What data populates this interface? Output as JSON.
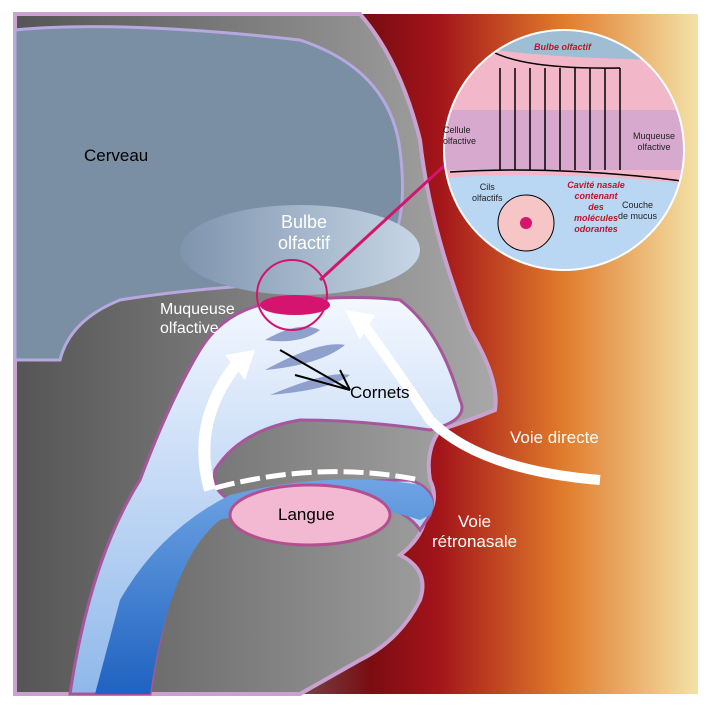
{
  "labels": {
    "cerveau": "Cerveau",
    "bulbe_line1": "Bulbe",
    "bulbe_line2": "olfactif",
    "muqueuse_line1": "Muqueuse",
    "muqueuse_line2": "olfactive",
    "cornets": "Cornets",
    "langue": "Langue",
    "voie_directe": "Voie directe",
    "voie_retro_line1": "Voie",
    "voie_retro_line2": "rétronasale"
  },
  "inset": {
    "bulbe": "Bulbe olfactif",
    "cellule_line1": "Cellule",
    "cellule_line2": "olfactive",
    "muqueuse_line1": "Muqueuse",
    "muqueuse_line2": "olfactive",
    "cils_line1": "Cils",
    "cils_line2": "olfactifs",
    "cavite": [
      "Cavité nasale",
      "contenant",
      "des",
      "molécules",
      "odorantes"
    ],
    "couche_line1": "Couche",
    "couche_line2": "de mucus"
  },
  "colors": {
    "accent": "#d4146e",
    "label_red": "#c0142a"
  }
}
